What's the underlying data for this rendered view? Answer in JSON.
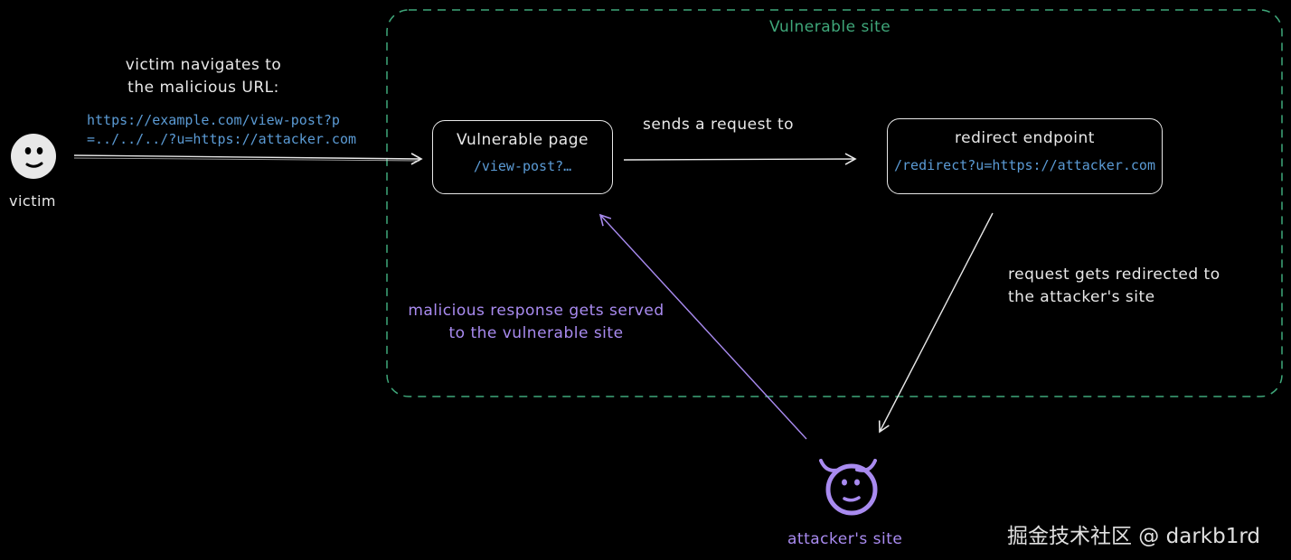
{
  "region_title": "Vulnerable site",
  "victim": {
    "label": "victim",
    "icon": "smiley-face-icon",
    "caption_line1": "victim navigates to",
    "caption_line2": "the malicious URL:",
    "url_line1": "https://example.com/view-post?p",
    "url_line2": "=../../../?u=https://attacker.com"
  },
  "vulnerable_page": {
    "title": "Vulnerable page",
    "path": "/view-post?…"
  },
  "edge_request": "sends a request to",
  "redirect_endpoint": {
    "title": "redirect endpoint",
    "path": "/redirect?u=https://attacker.com"
  },
  "edge_redirect": {
    "line1": "request gets redirected to",
    "line2": "the attacker's site"
  },
  "edge_response": {
    "line1": "malicious response gets served",
    "line2": "to the vulnerable site"
  },
  "attacker": {
    "label": "attacker's site",
    "icon": "devil-face-icon"
  },
  "watermark": "掘金技术社区 @ darkb1rd",
  "colors": {
    "background": "#000000",
    "foreground": "#e8e8e8",
    "region_border": "#3fa77a",
    "code": "#5b9bd5",
    "attacker": "#a98bf0"
  }
}
